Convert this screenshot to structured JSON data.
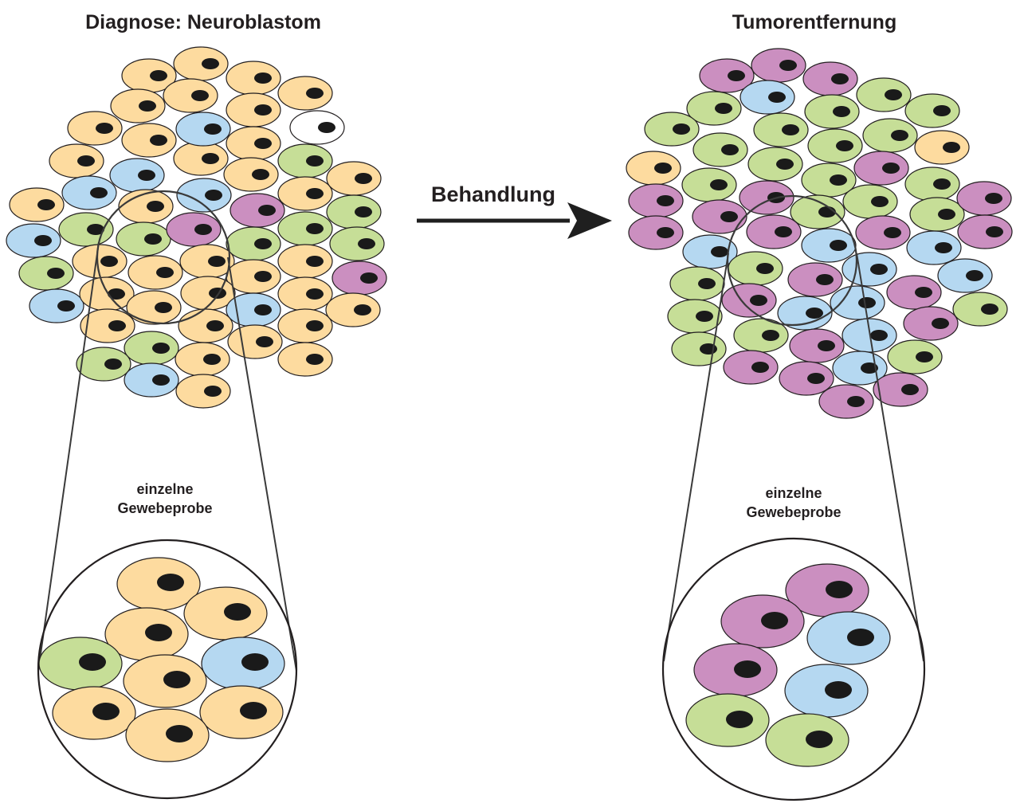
{
  "titles": {
    "left": "Diagnose: Neuroblastom",
    "right": "Tumorentfernung"
  },
  "arrow": {
    "label": "Behandlung"
  },
  "captions": {
    "left_line1": "einzelne",
    "left_line2": "Gewebeprobe",
    "right_line1": "einzelne",
    "right_line2": "Gewebeprobe"
  },
  "colors": {
    "orange": "#fddb9f",
    "green": "#c6de97",
    "blue": "#b5d8f1",
    "purple": "#cb8fc0",
    "white": "#ffffff",
    "outline": "#231f20",
    "nucleus": "#1a1a1a"
  },
  "cell_colors": {
    "left_tumor": "OOOOOOOOOOOBWOBGOOBOBPOOBGGPGGGGOOOOOGBOOOBOPOOGOOOOGBOOBOGGOOGOPPOOGGP",
    "left_sample": "OOOGOBOOO",
    "right_tumor": "PPPGBGGGGGGGOGGGPOGPGGGPPPBPGPPBGPBBPGPBBPBGGPBPGGPPBGPPPGGBPPPGG",
    "right_sample": "PPBPBGG"
  }
}
